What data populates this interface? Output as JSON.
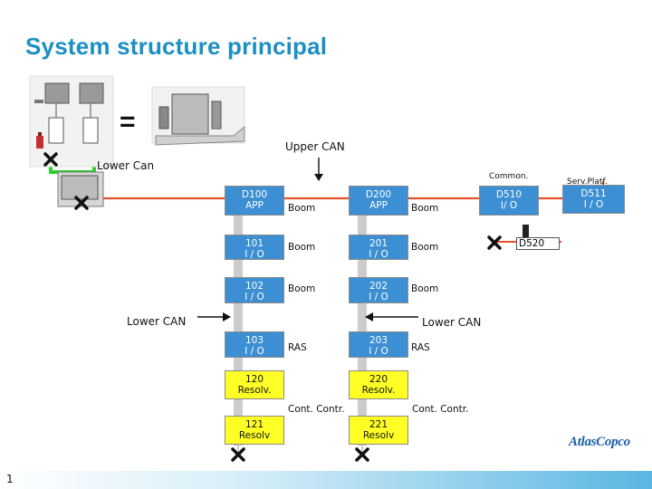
{
  "title": "System structure principal",
  "page_number": "1",
  "logo_text": "AtlasCopco",
  "equals_sign": "=",
  "bus_labels": {
    "upper_can": "Upper CAN",
    "lower_can_top": "Lower Can",
    "lower_can_left": "Lower CAN",
    "lower_can_right": "Lower CAN",
    "common": "Common.",
    "serv_platf": "Serv.Platf."
  },
  "column1": [
    {
      "id": "D100",
      "sub": "APP",
      "tag": "Boom"
    },
    {
      "id": "101",
      "sub": "I / O",
      "tag": "Boom"
    },
    {
      "id": "102",
      "sub": "I / O",
      "tag": "Boom"
    },
    {
      "id": "103",
      "sub": "I / O",
      "tag": "RAS"
    },
    {
      "id": "120",
      "sub": "Resolv.",
      "tag": "Cont. Contr."
    },
    {
      "id": "121",
      "sub": "Resolv",
      "tag": ""
    }
  ],
  "column2": [
    {
      "id": "D200",
      "sub": "APP",
      "tag": "Boom"
    },
    {
      "id": "201",
      "sub": "I / O",
      "tag": "Boom"
    },
    {
      "id": "202",
      "sub": "I / O",
      "tag": "Boom"
    },
    {
      "id": "203",
      "sub": "I / O",
      "tag": "RAS"
    },
    {
      "id": "220",
      "sub": "Resolv.",
      "tag": "Cont. Contr."
    },
    {
      "id": "221",
      "sub": "Resolv",
      "tag": ""
    }
  ],
  "d510": {
    "id": "D510",
    "sub": "I/ O"
  },
  "d511": {
    "id": "D511",
    "sub": "I / O"
  },
  "d520": "D520",
  "colors": {
    "title": "#1c8fc4",
    "bus": "#e8502a",
    "node_blue": "#3c8fd2",
    "node_yellow": "#ffff26",
    "stub": "#cccccc",
    "green_link": "#2bd02b",
    "terminator": "#111111"
  },
  "icons": [
    "terminator-x-icon",
    "rig-sketch-icon",
    "arrow-down-icon",
    "arrow-right-icon",
    "arrow-left-icon"
  ]
}
